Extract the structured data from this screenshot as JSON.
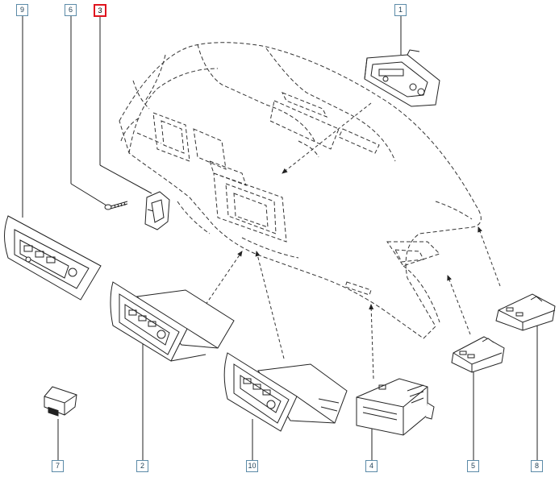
{
  "diagram": {
    "callouts": [
      {
        "id": "9",
        "label": "9",
        "highlighted": false
      },
      {
        "id": "6",
        "label": "6",
        "highlighted": false
      },
      {
        "id": "3",
        "label": "3",
        "highlighted": true
      },
      {
        "id": "1",
        "label": "1",
        "highlighted": false
      },
      {
        "id": "7",
        "label": "7",
        "highlighted": false
      },
      {
        "id": "2",
        "label": "2",
        "highlighted": false
      },
      {
        "id": "10",
        "label": "10",
        "highlighted": false
      },
      {
        "id": "4",
        "label": "4",
        "highlighted": false
      },
      {
        "id": "5",
        "label": "5",
        "highlighted": false
      },
      {
        "id": "8",
        "label": "8",
        "highlighted": false
      }
    ],
    "colors": {
      "callout_border": "#5c8ba8",
      "highlight_border": "#e0141e",
      "line": "#222222",
      "dash": "#333333"
    }
  }
}
